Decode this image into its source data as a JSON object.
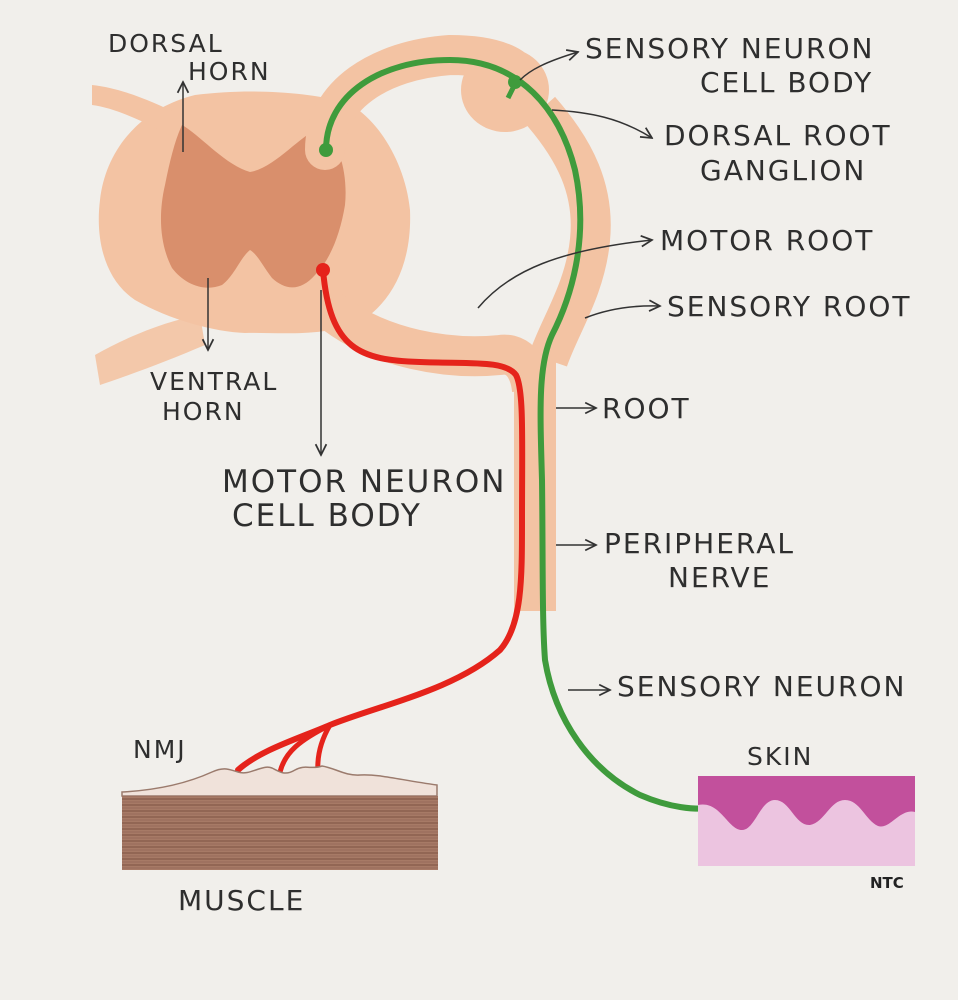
{
  "labels": {
    "dorsal_horn": [
      "DORSAL",
      "HORN"
    ],
    "ventral_horn": [
      "VENTRAL",
      "HORN"
    ],
    "motor_neuron_cell_body": [
      "MOTOR NEURON",
      "CELL BODY"
    ],
    "sensory_neuron_cell_body": [
      "SENSORY NEURON",
      "CELL BODY"
    ],
    "dorsal_root_ganglion": [
      "DORSAL ROOT",
      "GANGLION"
    ],
    "motor_root": "MOTOR ROOT",
    "sensory_root": "SENSORY ROOT",
    "root": "ROOT",
    "peripheral_nerve": [
      "PERIPHERAL",
      "NERVE"
    ],
    "sensory_neuron": "SENSORY NEURON",
    "nmj": "NMJ",
    "skin": "SKIN",
    "muscle": "MUSCLE",
    "signature": "NTC"
  },
  "colors": {
    "spinal_cord": "#f3c3a3",
    "grey_matter": "#d98f6c",
    "motor_neuron": "#e5231b",
    "sensory_neuron": "#3f9b3c",
    "muscle": "#9a6a58",
    "skin_epidermis": "#c2509c",
    "skin_dermis": "#ecc4e0",
    "ink": "#2e2e2e"
  }
}
